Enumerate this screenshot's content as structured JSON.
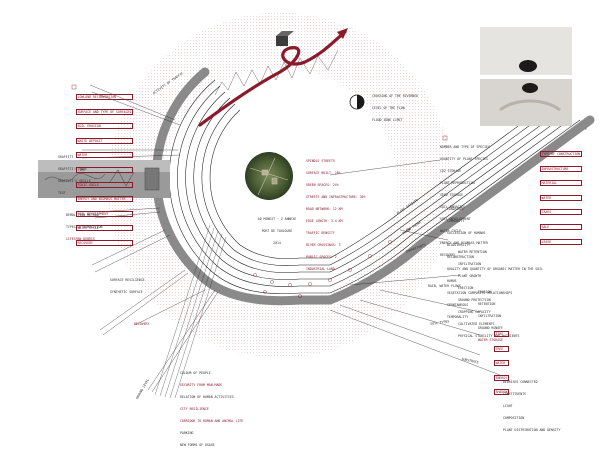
{
  "center_title": {
    "line1": "AD MINEXT · Z ANNEXE",
    "line2": "PORT DE TOULOUSE",
    "line3": "2014"
  },
  "notes_center": [
    "SPINDLE STREETS",
    "SURFACE BUILT: 28%",
    "GREEN SPACES: 24%",
    "STREETS AND INFRASTRUCTURE: 30%",
    "ROAD NETWORK: 12 KM",
    "EDGE LENGTH: 3.4 KM",
    "TRAFFIC DENSITY",
    "RIVER CROSSINGS: 3",
    "PUBLIC SPACES: 2",
    "INDUSTRIAL LAND"
  ],
  "notes_top_right": [
    "CROSSING OF THE RIVERBED",
    "LEVEL OF THE FLOW",
    "FLOOD ZONE LIMIT"
  ],
  "list_top_left": [
    "LOWLAND RECONVERSION",
    "SURFACE AND TYPE OF SURFACES",
    "SOIL EROSION",
    "WASTE DEPOSIT",
    "WATER",
    "FIRE",
    "TOXIC SOILS",
    "ENERGY AND BIOMASS MATTER",
    "SOIL DEVELOPMENT",
    "WATER CYCLE",
    "RECOVERY"
  ],
  "list_left_photo": [
    "GRAFFITI",
    "GRAFFITI'S TAGS",
    "GRAFFITI'S SKILLS",
    "TEXT"
  ],
  "list_left_mid": [
    "DEMOLITION METHOD",
    "TYPES OF DEMOLITION",
    "LIFESPAN DEBRIS"
  ],
  "list_left_low": [
    "SURFACE RESILIENCE",
    "SYNTHETIC SURFACE"
  ],
  "label_left_small": "RECOVERY",
  "list_bottom_left_red": [
    "COLOUR OF PEOPLE",
    "SECURITY FROM MAN-MADE",
    "RELATION OF HUMAN ACTIVITIES",
    "CITY RESILIENCE",
    "CORRIDOR TO HUMAN AND ANIMAL LIFE",
    "PARKING",
    "NEW FORMS OF USAGE"
  ],
  "bottom_axis_label": "GROUND LEVEL",
  "top_left_axis_label": "ACTIVITY OF TRAFFIC",
  "list_right_upper": [
    "NUMBER AND TYPE OF SPECIES",
    "QUANTITY OF PLANT SPECIES",
    "CO2 STORAGE",
    "PLANT REPRODUCTION",
    "SEED STORAGE",
    "SOIL ENERGIES",
    "SOIL DEVELOPMENT",
    "WATER CYCLE",
    "ENERGY AND BIOMASS MATTER",
    "RECOVERY"
  ],
  "list_right_far": [
    "TYPE OF CONSTRUCTION",
    "INFRASTRUCTURE",
    "MATERIAL",
    "WATER",
    "TAXES",
    "SALE",
    "LEASE"
  ],
  "list_right_mid": [
    "LANDSCAPE",
    "COMMUNITY",
    "SUCCESSION OF HUMANS",
    "BIODIVERSITY",
    "RECONSTRUCTION",
    "QUALITY AND QUANTITY OF ORGANIC MATTER IN THE SOIL",
    "HUMUS",
    "VEGETATION COMPOSITE RELATIONSHIPS",
    "SPONTANEOUS",
    "TEMPORALITY"
  ],
  "list_right_lower": [
    "WATER RETENTION",
    "INFILTRATION",
    "PLANT GROWTH",
    "ERECTION",
    "GROUND PROTECTION",
    "CROPPING CAPACITY",
    "CULTIVATED ELEMENTS",
    "PHYSICAL STABILITY AND NUTRIENTS"
  ],
  "label_rain": "RAIN, WATER FLOWS",
  "list_rain": [
    "EROSION",
    "RETENTION",
    "INFILTRATION",
    "GROUND RUNOFF",
    "WATER STORAGE"
  ],
  "list_small_red": [
    "FIRE",
    "TREE",
    "WATER",
    "ENERGY",
    "SHADOW"
  ],
  "list_bottom_right": [
    "DEBRISES CONNECTED",
    "CONSTITUENTS",
    "LIGHT",
    "COMPOSITION",
    "PLANT DISTRIBUTION AND DENSITY"
  ],
  "axis_labels_right": [
    "PLANT EFFECTS",
    "MACRO FAUNA",
    "INHABITANTS",
    "SOIL TYPES",
    "SUBSTRATE"
  ],
  "colors": {
    "accent_red": "#8b1a2b",
    "arc_grey": "#8a8a8a",
    "ink": "#1a1a1a",
    "dots": "#d9a9b0"
  }
}
